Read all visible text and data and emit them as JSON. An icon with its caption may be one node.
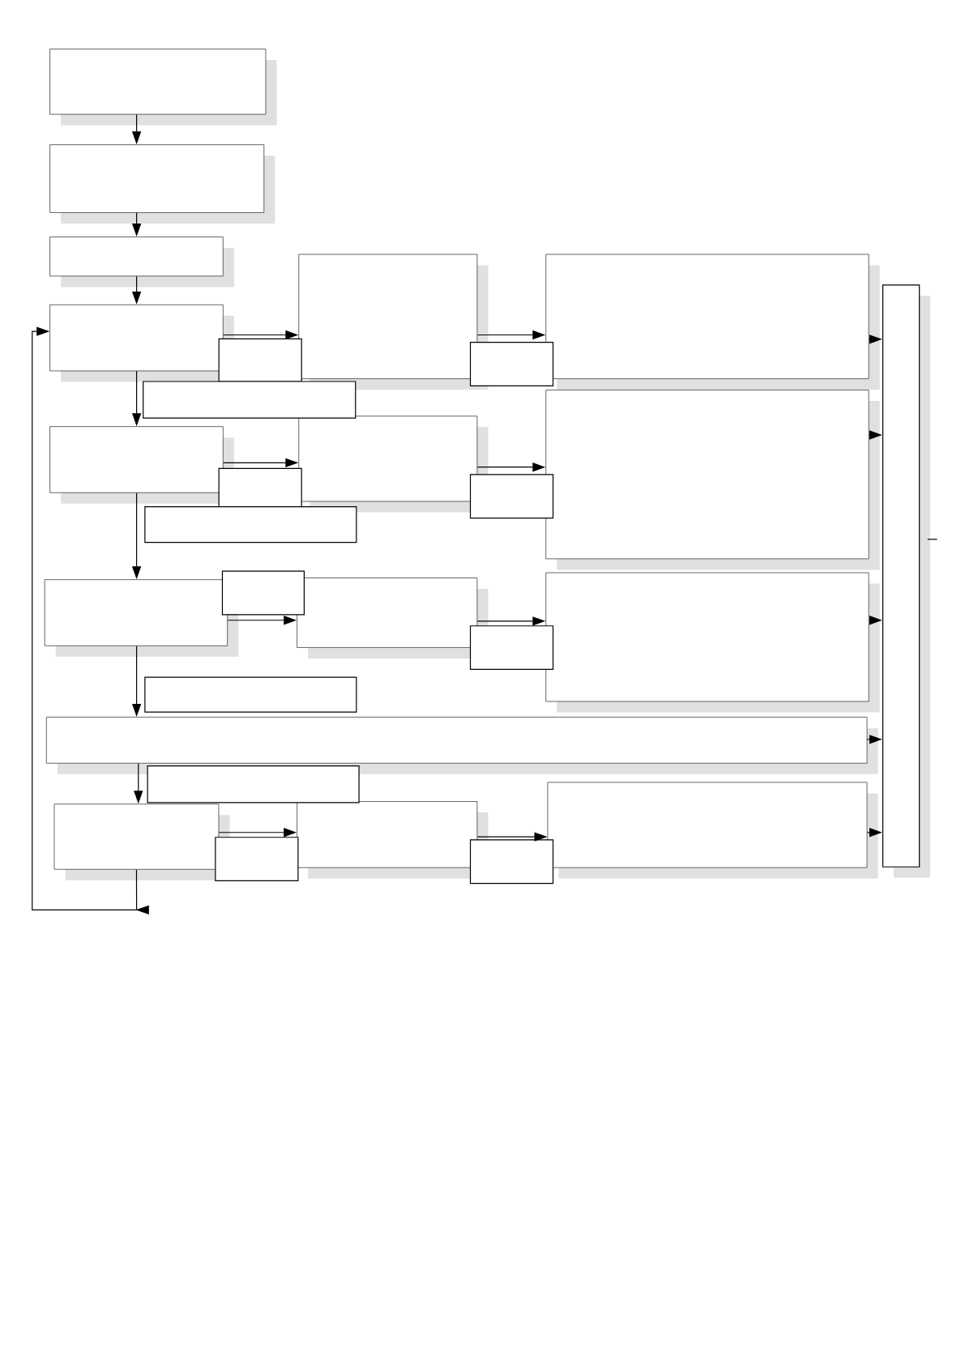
{
  "diagram": {
    "nodes": [
      {
        "text": [],
        "shape": "box"
      },
      {
        "text": [],
        "shape": "box"
      },
      {
        "text": [],
        "shape": "box"
      },
      {
        "text": [],
        "shape": "box"
      },
      {
        "text": [],
        "shape": "box"
      },
      {
        "text": [],
        "shape": "box"
      },
      {
        "text": [],
        "shape": "box"
      },
      {
        "text": [],
        "shape": "box"
      },
      {
        "text": [],
        "shape": "box"
      },
      {
        "text": [],
        "shape": "box"
      },
      {
        "text": [],
        "shape": "box"
      },
      {
        "text": [],
        "shape": "box"
      },
      {
        "text": [],
        "shape": "box"
      },
      {
        "text": [],
        "shape": "box"
      },
      {
        "text": [],
        "shape": "box"
      },
      {
        "text": [],
        "shape": "box"
      },
      {
        "text": [],
        "shape": "box"
      },
      {
        "text": [],
        "shape": "box"
      },
      {
        "text": [],
        "shape": "box"
      },
      {
        "text": [],
        "shape": "box"
      },
      {
        "text": [],
        "shape": "box"
      },
      {
        "text": [],
        "shape": "box"
      },
      {
        "text": [],
        "shape": "box"
      },
      {
        "text": [],
        "shape": "box"
      },
      {
        "text": [],
        "shape": "box"
      },
      {
        "text": [],
        "shape": "box"
      },
      {
        "text": [],
        "shape": "box"
      },
      {
        "text": [],
        "shape": "box"
      },
      {
        "text": [],
        "shape": "box"
      }
    ],
    "edges": [
      {
        "from": 0,
        "to": 1,
        "arrow": "to"
      },
      {
        "from": 1,
        "to": 2,
        "arrow": "to"
      },
      {
        "from": 2,
        "to": 3,
        "arrow": "to"
      },
      {
        "from": 3,
        "to": 4,
        "arrow": "to"
      },
      {
        "from": 4,
        "to": 5,
        "arrow": "to"
      },
      {
        "from": 5,
        "to": 6,
        "arrow": "to"
      },
      {
        "from": 6,
        "to": 7,
        "arrow": "to"
      },
      {
        "from": 7,
        "to": 3,
        "arrow": "to"
      },
      {
        "from": 3,
        "to": 8,
        "arrow": "to"
      },
      {
        "from": 4,
        "to": 9,
        "arrow": "to"
      },
      {
        "from": 5,
        "to": 10,
        "arrow": "to"
      },
      {
        "from": 7,
        "to": 11,
        "arrow": "to"
      },
      {
        "from": 8,
        "to": 12,
        "arrow": "to"
      },
      {
        "from": 9,
        "to": 13,
        "arrow": "to"
      },
      {
        "from": 10,
        "to": 14,
        "arrow": "to"
      },
      {
        "from": 11,
        "to": 15,
        "arrow": "to"
      },
      {
        "from": 12,
        "to": 16,
        "arrow": "to"
      },
      {
        "from": 13,
        "to": 16,
        "arrow": "to"
      },
      {
        "from": 14,
        "to": 16,
        "arrow": "to"
      },
      {
        "from": 6,
        "to": 16,
        "arrow": "to"
      },
      {
        "from": 15,
        "to": 16,
        "arrow": "to"
      }
    ]
  }
}
